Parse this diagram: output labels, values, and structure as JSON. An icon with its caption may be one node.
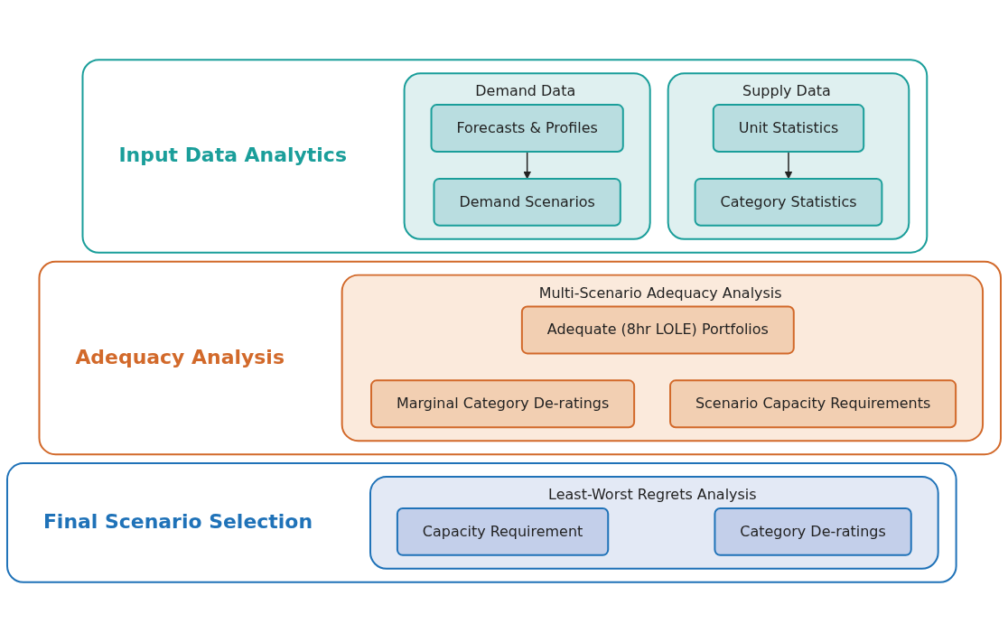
{
  "diagram": {
    "nodes": [
      {
        "text": [
          "Input Data Analytics"
        ]
      },
      {
        "text": [
          "Demand Data"
        ],
        "in": 0
      },
      {
        "text": [
          "Forecasts & Profiles"
        ],
        "in": 1
      },
      {
        "text": [
          "Demand Scenarios"
        ],
        "in": 1
      },
      {
        "text": [
          "Supply Data"
        ],
        "in": 0
      },
      {
        "text": [
          "Unit Statistics"
        ],
        "in": 4
      },
      {
        "text": [
          "Category Statistics"
        ],
        "in": 4
      },
      {
        "text": [
          "Adequacy Analysis"
        ]
      },
      {
        "text": [
          "Multi-Scenario Adequacy Analysis"
        ],
        "in": 7
      },
      {
        "text": [
          "Adequate (8hr LOLE) Portfolios"
        ],
        "in": 8
      },
      {
        "text": [
          "Marginal Category De-ratings"
        ],
        "in": 8
      },
      {
        "text": [
          "Scenario Capacity Requirements"
        ],
        "in": 8
      },
      {
        "text": [
          "Final Scenario Selection"
        ]
      },
      {
        "text": [
          "Least-Worst Regrets Analysis"
        ],
        "in": 12
      },
      {
        "text": [
          "Capacity Requirement"
        ],
        "in": 13
      },
      {
        "text": [
          "Category De-ratings"
        ],
        "in": 13
      }
    ],
    "edges": [
      {
        "from": 2,
        "to": 3,
        "arrow": "to"
      },
      {
        "from": 5,
        "to": 6,
        "arrow": "to"
      }
    ]
  }
}
